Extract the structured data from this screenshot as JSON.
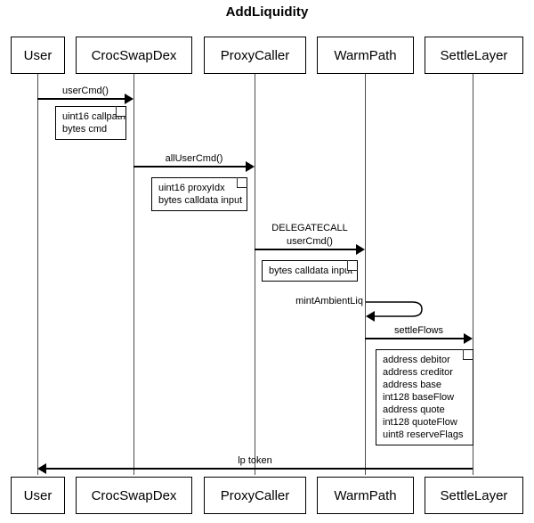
{
  "title": "AddLiquidity",
  "participants": [
    {
      "id": "user",
      "label": "User"
    },
    {
      "id": "crocswapdex",
      "label": "CrocSwapDex"
    },
    {
      "id": "proxycaller",
      "label": "ProxyCaller"
    },
    {
      "id": "warmpath",
      "label": "WarmPath"
    },
    {
      "id": "settlelayer",
      "label": "SettleLayer"
    }
  ],
  "messages": [
    {
      "id": "m1",
      "label": "userCmd()",
      "from": "user",
      "to": "crocswapdex",
      "direction": "right"
    },
    {
      "id": "m2",
      "label": "allUserCmd()",
      "from": "crocswapdex",
      "to": "proxycaller",
      "direction": "right"
    },
    {
      "id": "m3",
      "label_line1": "DELEGATECALL",
      "label_line2": "userCmd()",
      "from": "proxycaller",
      "to": "warmpath",
      "direction": "right"
    },
    {
      "id": "m4",
      "label": "mintAmbientLiq",
      "from": "warmpath",
      "to": "warmpath",
      "direction": "self"
    },
    {
      "id": "m5",
      "label": "settleFlows",
      "from": "warmpath",
      "to": "settlelayer",
      "direction": "right"
    },
    {
      "id": "m6",
      "label": "lp token",
      "from": "settlelayer",
      "to": "user",
      "direction": "left"
    }
  ],
  "notes": [
    {
      "id": "n1",
      "text": "uint16 callpath\nbytes cmd"
    },
    {
      "id": "n2",
      "text": "uint16 proxyIdx\nbytes calldata input"
    },
    {
      "id": "n3",
      "text": "bytes calldata input"
    },
    {
      "id": "n4",
      "text": "address debitor\naddress creditor\naddress base\nint128 baseFlow\naddress quote\nint128 quoteFlow\nuint8 reserveFlags"
    }
  ],
  "colors": {
    "stroke": "#000000",
    "lifeline": "#4a4a4a",
    "background": "#ffffff"
  }
}
